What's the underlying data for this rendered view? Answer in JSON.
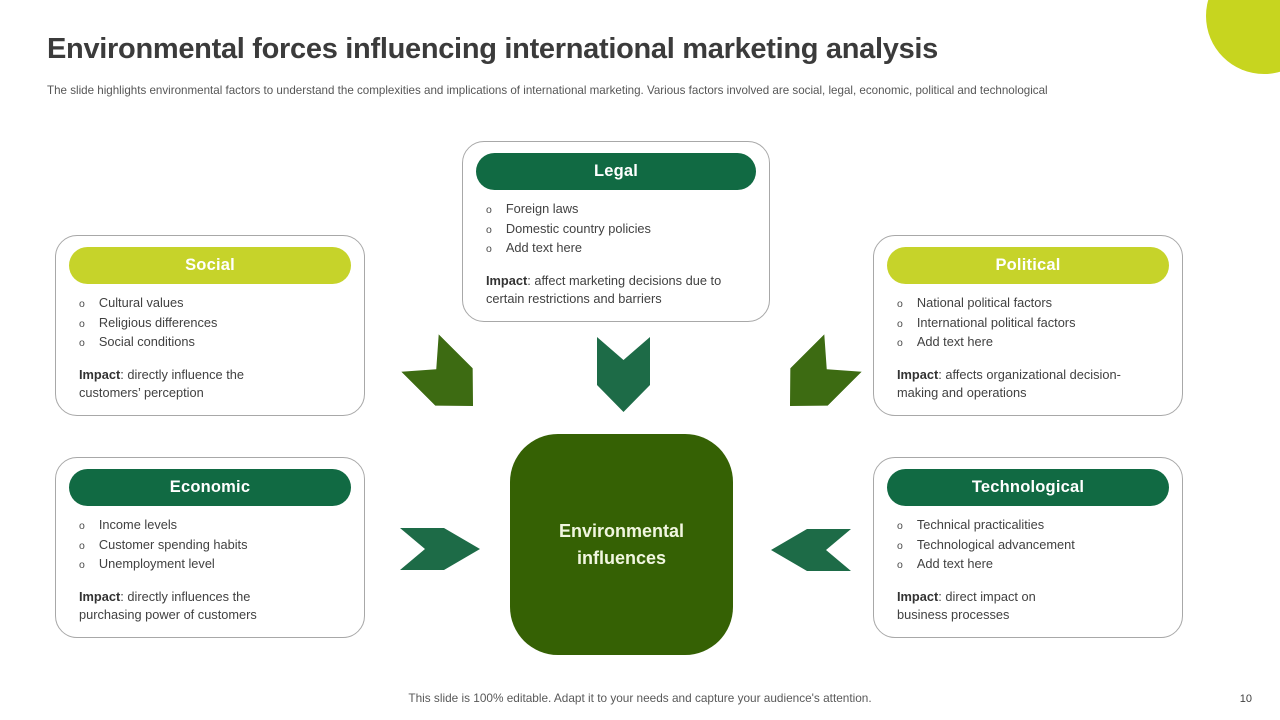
{
  "slide": {
    "title": "Environmental forces influencing international marketing analysis",
    "subtitle": "The slide highlights environmental factors to understand the complexities and implications of international marketing. Various factors involved are social, legal, economic, political and technological",
    "footer_note": "This slide is 100% editable. Adapt it to your needs and capture your audience's attention.",
    "page_number": "10"
  },
  "center_hub": {
    "label": "Environmental\ninfluences"
  },
  "ui": {
    "bullet_marker": "o"
  },
  "colors": {
    "pill_dark_green": "#116a43",
    "pill_lime_green": "#c6d32a",
    "hub_olive_green": "#356104",
    "arrow_teal_green": "#1d6b47",
    "arrow_olive_green": "#3d6b12",
    "corner_circle_lime": "#c7d51f",
    "title_text": "#3b3b3b",
    "body_text": "#414141"
  },
  "icons": {
    "corner_circle": "lime-circle-icon",
    "top_center": "arrow-down-icon",
    "top_left": "arrow-diagonal-down-right-icon",
    "top_right": "arrow-diagonal-down-left-icon",
    "middle_left": "arrow-right-icon",
    "middle_right": "arrow-left-icon"
  },
  "factors": {
    "legal": {
      "title": "Legal",
      "bullets": [
        "Foreign laws",
        "Domestic country policies",
        "Add text here"
      ],
      "impact_label": "Impact",
      "impact_text": ": affect marketing decisions due to\ncertain restrictions and barriers"
    },
    "social": {
      "title": "Social",
      "bullets": [
        "Cultural values",
        "Religious differences",
        "Social conditions"
      ],
      "impact_label": "Impact",
      "impact_text": ": directly influence the\ncustomers’ perception"
    },
    "political": {
      "title": "Political",
      "bullets": [
        "National political factors",
        "International political factors",
        "Add text here"
      ],
      "impact_label": "Impact",
      "impact_text": ": affects organizational decision-\nmaking and operations"
    },
    "economic": {
      "title": "Economic",
      "bullets": [
        "Income levels",
        "Customer spending habits",
        "Unemployment level"
      ],
      "impact_label": "Impact",
      "impact_text": ": directly influences the\npurchasing power of customers"
    },
    "technological": {
      "title": "Technological",
      "bullets": [
        "Technical practicalities",
        "Technological advancement",
        "Add text here"
      ],
      "impact_label": "Impact",
      "impact_text": ": direct impact on\nbusiness processes"
    }
  }
}
